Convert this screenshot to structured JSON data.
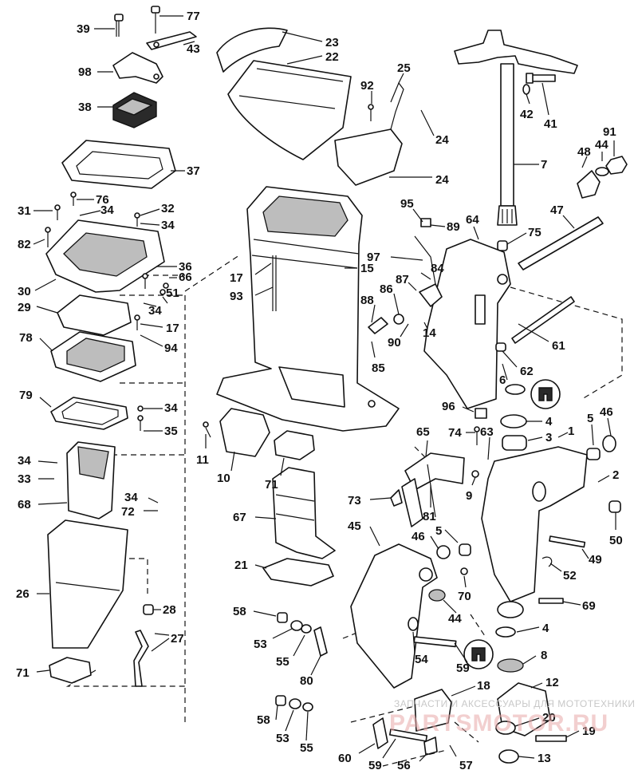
{
  "callouts": [
    {
      "id": "c39",
      "label": "39"
    },
    {
      "id": "c77",
      "label": "77"
    },
    {
      "id": "c43",
      "label": "43"
    },
    {
      "id": "c98",
      "label": "98"
    },
    {
      "id": "c38",
      "label": "38"
    },
    {
      "id": "c23",
      "label": "23"
    },
    {
      "id": "c22",
      "label": "22"
    },
    {
      "id": "c92",
      "label": "92"
    },
    {
      "id": "c25",
      "label": "25"
    },
    {
      "id": "c24a",
      "label": "24"
    },
    {
      "id": "c24b",
      "label": "24"
    },
    {
      "id": "c42",
      "label": "42"
    },
    {
      "id": "c41",
      "label": "41"
    },
    {
      "id": "c44a",
      "label": "44"
    },
    {
      "id": "c91",
      "label": "91"
    },
    {
      "id": "c48",
      "label": "48"
    },
    {
      "id": "c7",
      "label": "7"
    },
    {
      "id": "c37",
      "label": "37"
    },
    {
      "id": "c76",
      "label": "76"
    },
    {
      "id": "c31",
      "label": "31"
    },
    {
      "id": "c34a",
      "label": "34"
    },
    {
      "id": "c32",
      "label": "32"
    },
    {
      "id": "c34b",
      "label": "34"
    },
    {
      "id": "c82",
      "label": "82"
    },
    {
      "id": "c95",
      "label": "95"
    },
    {
      "id": "c64",
      "label": "64"
    },
    {
      "id": "c89",
      "label": "89"
    },
    {
      "id": "c47",
      "label": "47"
    },
    {
      "id": "c75",
      "label": "75"
    },
    {
      "id": "c36",
      "label": "36"
    },
    {
      "id": "c30",
      "label": "30"
    },
    {
      "id": "c66",
      "label": "66"
    },
    {
      "id": "c17a",
      "label": "17"
    },
    {
      "id": "c15",
      "label": "15"
    },
    {
      "id": "c97",
      "label": "97"
    },
    {
      "id": "c84",
      "label": "84"
    },
    {
      "id": "c87",
      "label": "87"
    },
    {
      "id": "c93",
      "label": "93"
    },
    {
      "id": "c86",
      "label": "86"
    },
    {
      "id": "c88",
      "label": "88"
    },
    {
      "id": "c29",
      "label": "29"
    },
    {
      "id": "c34c",
      "label": "34"
    },
    {
      "id": "c51",
      "label": "51"
    },
    {
      "id": "c17b",
      "label": "17"
    },
    {
      "id": "c14",
      "label": "14"
    },
    {
      "id": "c90",
      "label": "90"
    },
    {
      "id": "c61",
      "label": "61"
    },
    {
      "id": "c78",
      "label": "78"
    },
    {
      "id": "c94",
      "label": "94"
    },
    {
      "id": "c62",
      "label": "62"
    },
    {
      "id": "c85",
      "label": "85"
    },
    {
      "id": "c6",
      "label": "6"
    },
    {
      "id": "c79",
      "label": "79"
    },
    {
      "id": "c34d",
      "label": "34"
    },
    {
      "id": "c96",
      "label": "96"
    },
    {
      "id": "c35",
      "label": "35"
    },
    {
      "id": "c4a",
      "label": "4"
    },
    {
      "id": "c5a",
      "label": "5"
    },
    {
      "id": "c46a",
      "label": "46"
    },
    {
      "id": "c74",
      "label": "74"
    },
    {
      "id": "c63",
      "label": "63"
    },
    {
      "id": "c3",
      "label": "3"
    },
    {
      "id": "c1",
      "label": "1"
    },
    {
      "id": "c11",
      "label": "11"
    },
    {
      "id": "c10",
      "label": "10"
    },
    {
      "id": "c71a",
      "label": "71"
    },
    {
      "id": "c65",
      "label": "65"
    },
    {
      "id": "c34e",
      "label": "34"
    },
    {
      "id": "c33",
      "label": "33"
    },
    {
      "id": "c68",
      "label": "68"
    },
    {
      "id": "c2",
      "label": "2"
    },
    {
      "id": "c34f",
      "label": "34"
    },
    {
      "id": "c72",
      "label": "72"
    },
    {
      "id": "c73",
      "label": "73"
    },
    {
      "id": "c9",
      "label": "9"
    },
    {
      "id": "c81",
      "label": "81"
    },
    {
      "id": "c67",
      "label": "67"
    },
    {
      "id": "c50",
      "label": "50"
    },
    {
      "id": "c45",
      "label": "45"
    },
    {
      "id": "c46b",
      "label": "46"
    },
    {
      "id": "c5b",
      "label": "5"
    },
    {
      "id": "c49",
      "label": "49"
    },
    {
      "id": "c21",
      "label": "21"
    },
    {
      "id": "c52",
      "label": "52"
    },
    {
      "id": "c26",
      "label": "26"
    },
    {
      "id": "c70",
      "label": "70"
    },
    {
      "id": "c28",
      "label": "28"
    },
    {
      "id": "c44b",
      "label": "44"
    },
    {
      "id": "c69",
      "label": "69"
    },
    {
      "id": "c58a",
      "label": "58"
    },
    {
      "id": "c53a",
      "label": "53"
    },
    {
      "id": "c27",
      "label": "27"
    },
    {
      "id": "c4b",
      "label": "4"
    },
    {
      "id": "c55a",
      "label": "55"
    },
    {
      "id": "c54",
      "label": "54"
    },
    {
      "id": "c59a",
      "label": "59"
    },
    {
      "id": "c8",
      "label": "8"
    },
    {
      "id": "c80",
      "label": "80"
    },
    {
      "id": "c71b",
      "label": "71"
    },
    {
      "id": "c12",
      "label": "12"
    },
    {
      "id": "c18",
      "label": "18"
    },
    {
      "id": "c20",
      "label": "20"
    },
    {
      "id": "c58b",
      "label": "58"
    },
    {
      "id": "c53b",
      "label": "53"
    },
    {
      "id": "c19",
      "label": "19"
    },
    {
      "id": "c55b",
      "label": "55"
    },
    {
      "id": "c60",
      "label": "60"
    },
    {
      "id": "c59b",
      "label": "59"
    },
    {
      "id": "c56",
      "label": "56"
    },
    {
      "id": "c57",
      "label": "57"
    },
    {
      "id": "c13",
      "label": "13"
    }
  ],
  "watermark": {
    "top_text": "ЗАПЧАСТИ И АКСЕССУАРЫ ДЛЯ МОТОТЕХНИКИ",
    "main_text": "PARTSMOTOR.RU"
  },
  "colors": {
    "line": "#111111",
    "background": "#ffffff",
    "watermark_main": "#e8a8a8",
    "watermark_top": "#c8c8c8"
  }
}
